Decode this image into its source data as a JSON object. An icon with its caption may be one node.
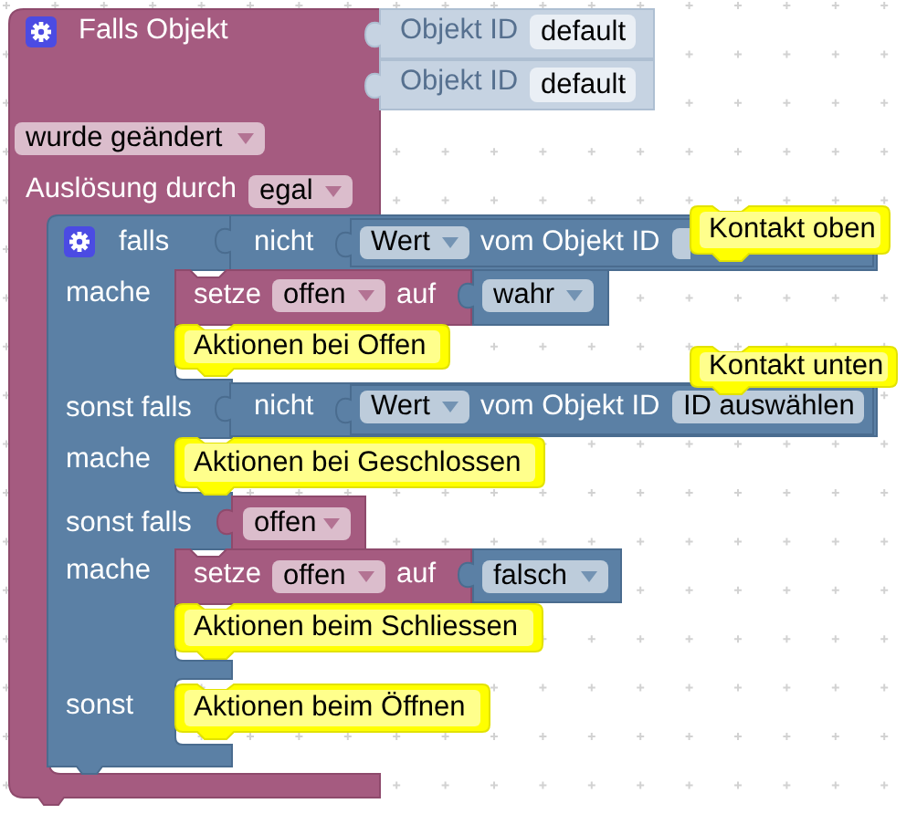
{
  "diagram": {
    "nodes": [
      {
        "text": [
          "Falls Objekt",
          "Auslösung durch"
        ]
      },
      {
        "text": [
          "Objekt ID"
        ]
      },
      {
        "text": [
          "default"
        ],
        "in": 1
      },
      {
        "text": [
          "Objekt ID"
        ]
      },
      {
        "text": [
          "default"
        ],
        "in": 3
      },
      {
        "text": [
          "wurde geändert"
        ],
        "in": 0
      },
      {
        "text": [
          "egal"
        ],
        "in": 0
      },
      {
        "text": [
          "falls",
          "mache",
          "sonst falls",
          "mache",
          "sonst falls",
          "mache",
          "sonst"
        ],
        "in": 0
      },
      {
        "text": [
          "nicht"
        ]
      },
      {
        "text": [
          "vom Objekt ID"
        ],
        "in": 8
      },
      {
        "text": [
          "Wert"
        ],
        "in": 9
      },
      {
        "text": [],
        "shape": "box",
        "in": 9
      },
      {
        "text": [
          "Kontakt oben"
        ]
      },
      {
        "text": [
          "setze",
          "auf"
        ]
      },
      {
        "text": [
          "offen"
        ],
        "in": 13
      },
      {
        "text": [],
        "shape": "box"
      },
      {
        "text": [
          "wahr"
        ],
        "in": 15
      },
      {
        "text": [
          "Aktionen bei Offen"
        ]
      },
      {
        "text": [
          "Kontakt unten"
        ]
      },
      {
        "text": [
          "nicht"
        ]
      },
      {
        "text": [
          "vom Objekt ID"
        ],
        "in": 19
      },
      {
        "text": [
          "Wert"
        ],
        "in": 20
      },
      {
        "text": [
          "ID auswählen"
        ],
        "in": 20
      },
      {
        "text": [
          "Aktionen bei Geschlossen"
        ]
      },
      {
        "text": [],
        "shape": "box"
      },
      {
        "text": [
          "offen"
        ],
        "in": 24
      },
      {
        "text": [
          "setze",
          "auf"
        ]
      },
      {
        "text": [
          "offen"
        ],
        "in": 26
      },
      {
        "text": [],
        "shape": "box"
      },
      {
        "text": [
          "falsch"
        ],
        "in": 28
      },
      {
        "text": [
          "Aktionen beim Schliessen"
        ]
      },
      {
        "text": [
          "Aktionen beim Öffnen"
        ]
      }
    ]
  }
}
